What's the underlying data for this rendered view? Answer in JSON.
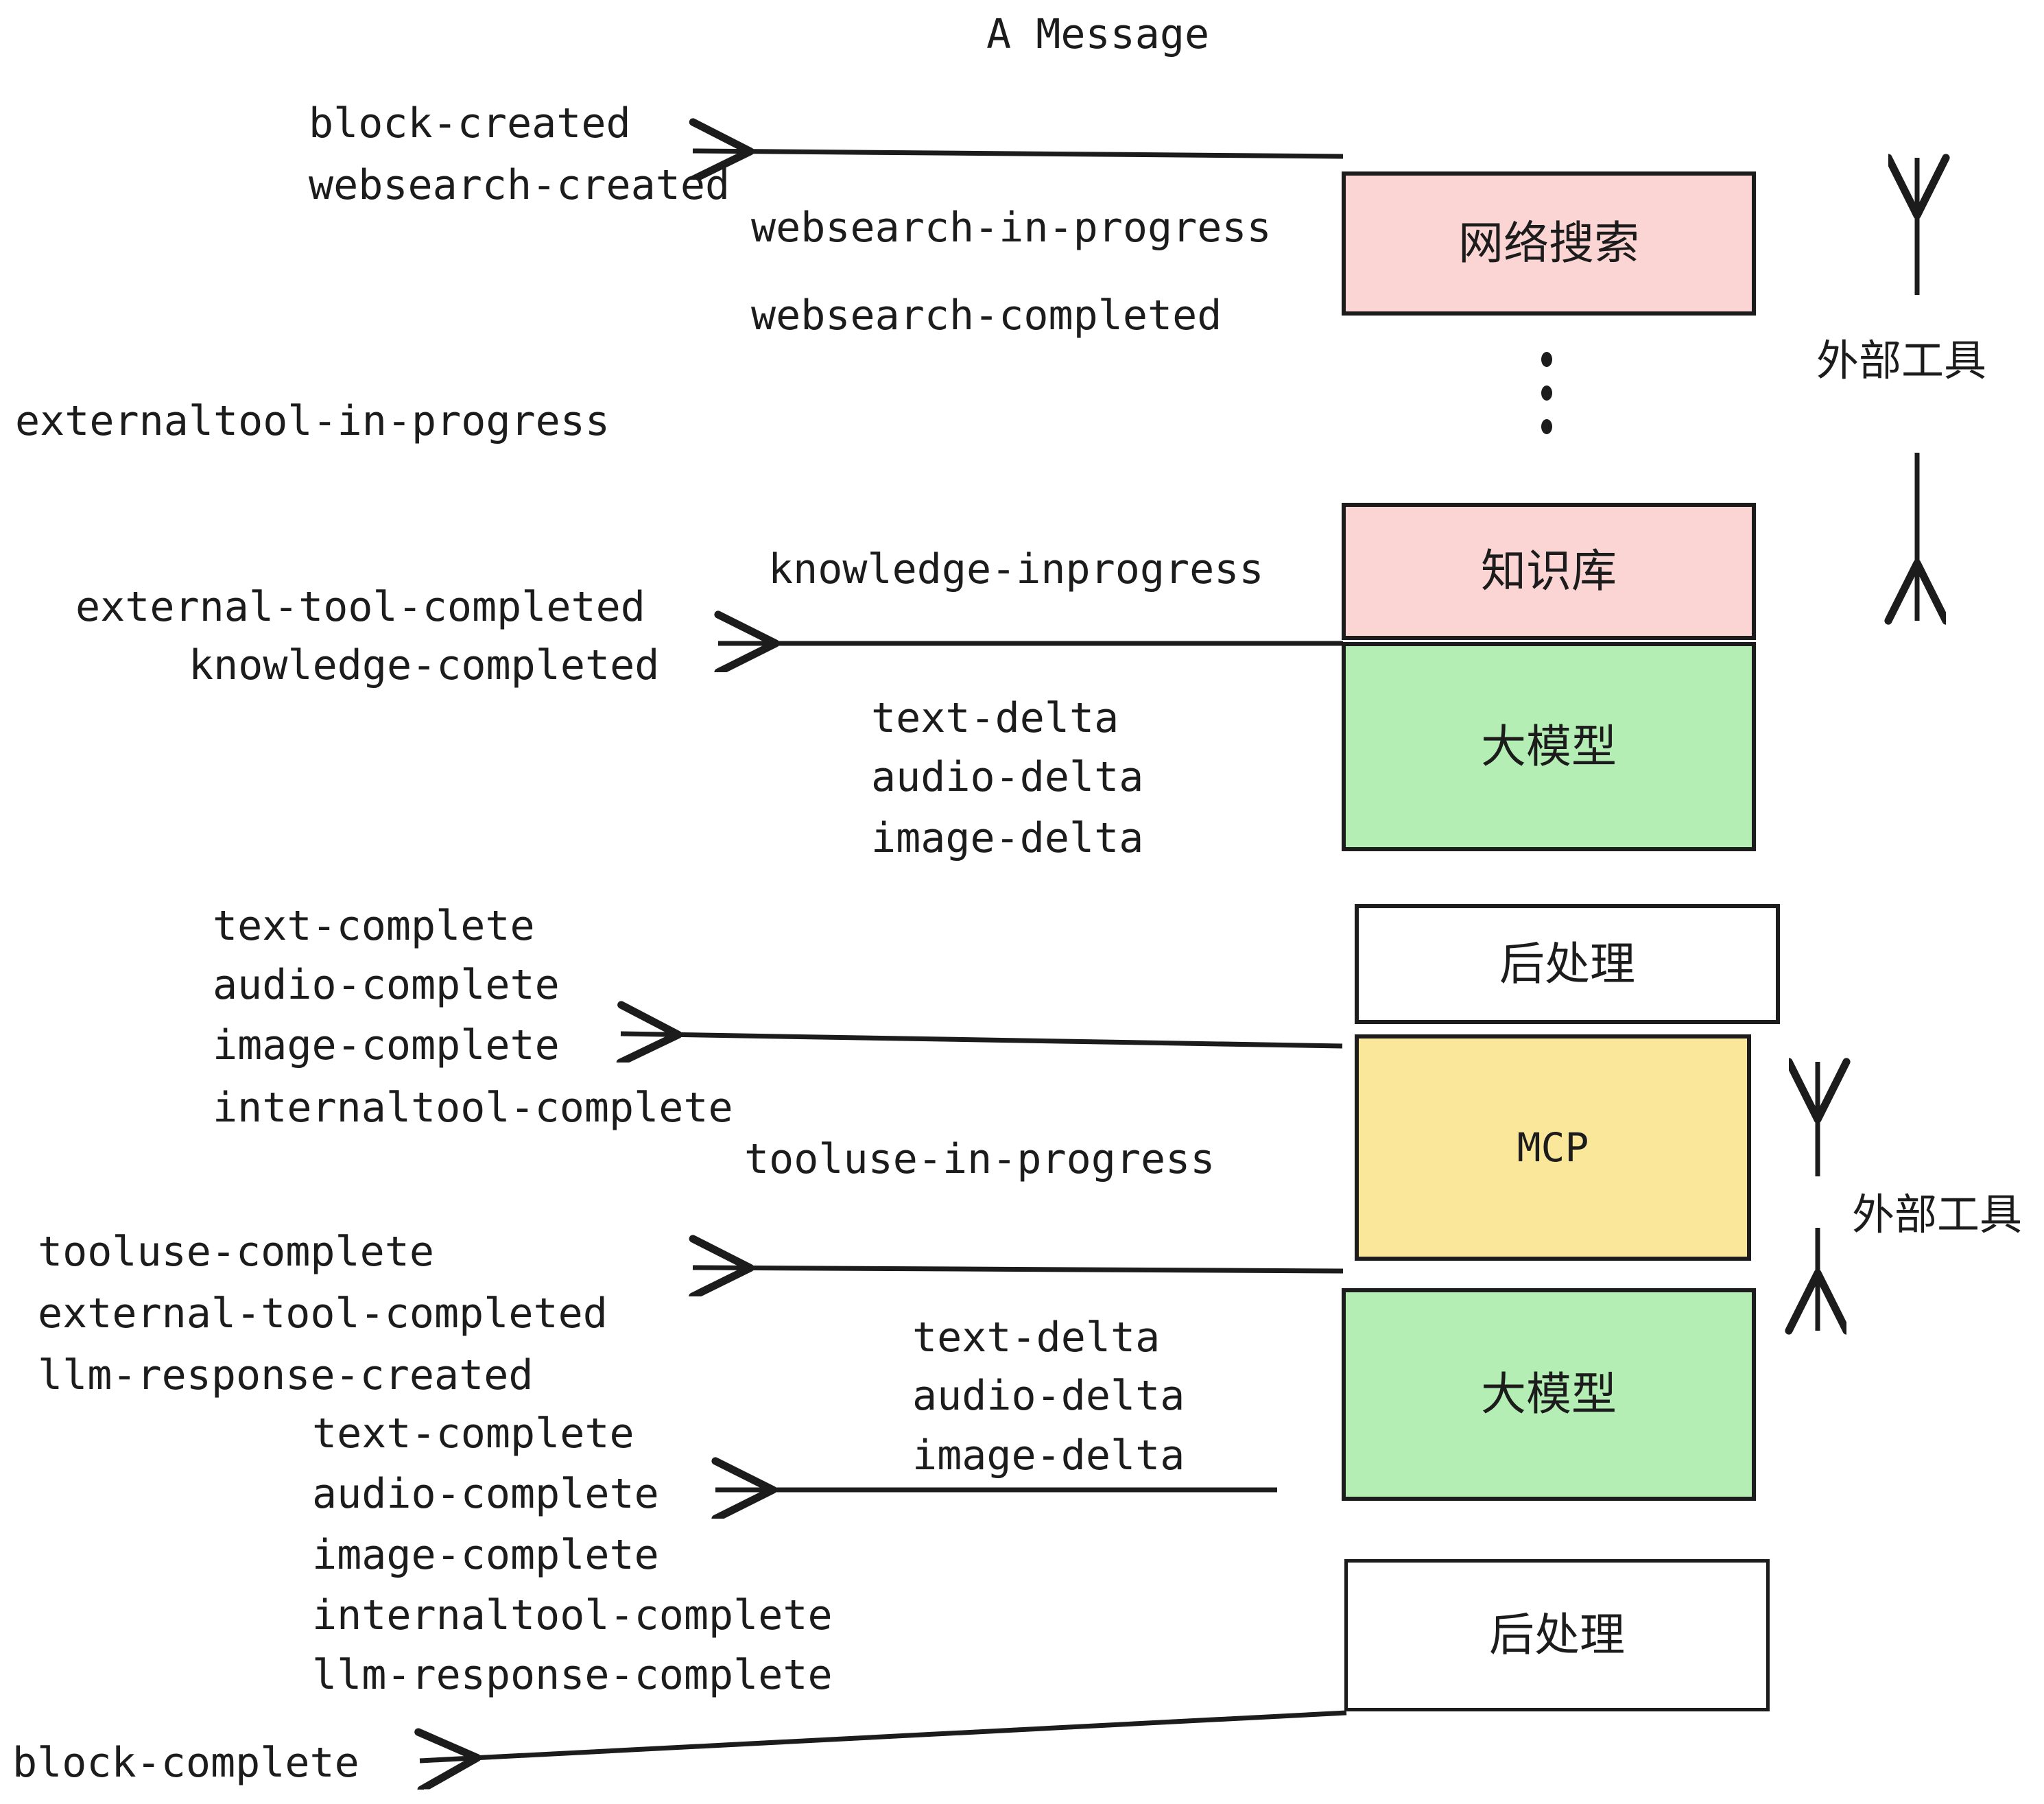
{
  "diagram": {
    "title": "A Message",
    "background": "#ffffff",
    "stroke_color": "#1c1c1c",
    "colors": {
      "pink": "#fad5d3",
      "green": "#b4eeb4",
      "yellow": "#fae79a",
      "white": "#ffffff",
      "stroke": "#1c1c1c"
    }
  },
  "nodes": [
    {
      "id": "websearch",
      "label": "网络搜索",
      "fill": "#fad5d3",
      "mono": false
    },
    {
      "id": "knowledge",
      "label": "知识库",
      "fill": "#fad5d3",
      "mono": false
    },
    {
      "id": "llm-1",
      "label": "大模型",
      "fill": "#b4eeb4",
      "mono": false
    },
    {
      "id": "postprocess-1",
      "label": "后处理",
      "fill": "#ffffff",
      "mono": false
    },
    {
      "id": "mcp",
      "label": "MCP",
      "fill": "#fae79a",
      "mono": true
    },
    {
      "id": "llm-2",
      "label": "大模型",
      "fill": "#b4eeb4",
      "mono": false
    },
    {
      "id": "postprocess-2",
      "label": "后处理",
      "fill": "#ffffff",
      "mono": false
    }
  ],
  "side_labels": [
    {
      "id": "external-tools-top",
      "label": "外部工具"
    },
    {
      "id": "external-tools-bottom",
      "label": "外部工具"
    }
  ],
  "events": {
    "block_created": "block-created",
    "websearch_created": "websearch-created",
    "websearch_in_progress": "websearch-in-progress",
    "websearch_completed": "websearch-completed",
    "externaltool_in_progress": "externaltool-in-progress",
    "knowledge_inprogress": "knowledge-inprogress",
    "external_tool_completed_1": "external-tool-completed",
    "knowledge_completed": "knowledge-completed",
    "text_delta_1": "text-delta",
    "audio_delta_1": "audio-delta",
    "image_delta_1": "image-delta",
    "text_complete_1": "text-complete",
    "audio_complete_1": "audio-complete",
    "image_complete_1": "image-complete",
    "internaltool_complete_1": "internaltool-complete",
    "tooluse_in_progress": "tooluse-in-progress",
    "tooluse_complete": "tooluse-complete",
    "external_tool_completed_2": "external-tool-completed",
    "llm_response_created": "llm-response-created",
    "text_delta_2": "text-delta",
    "audio_delta_2": "audio-delta",
    "image_delta_2": "image-delta",
    "text_complete_2": "text-complete",
    "audio_complete_2": "audio-complete",
    "image_complete_2": "image-complete",
    "internaltool_complete_2": "internaltool-complete",
    "llm_response_complete": "llm-response-complete",
    "block_complete": "block-complete"
  }
}
